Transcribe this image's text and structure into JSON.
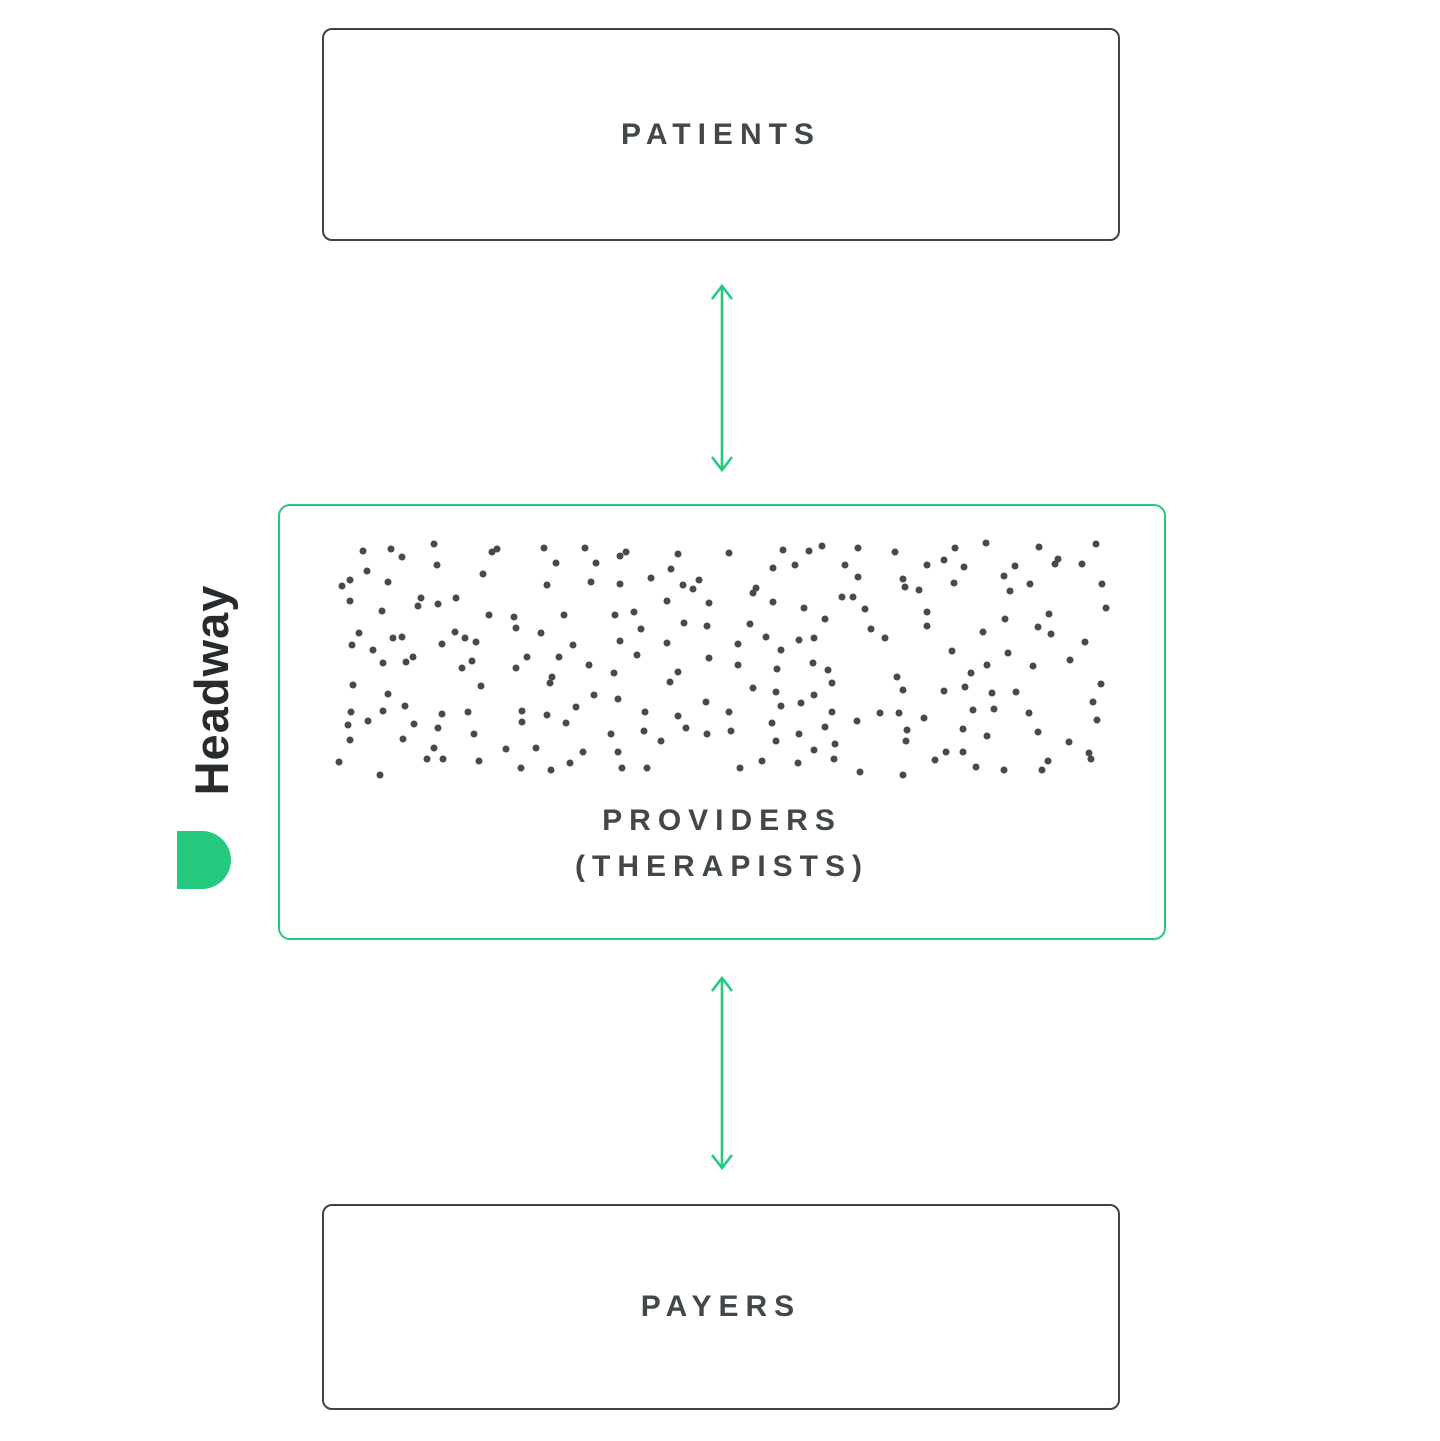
{
  "brand": {
    "wordmark": "Headway"
  },
  "nodes": {
    "patients": {
      "label": "PATIENTS"
    },
    "providers": {
      "line1": "PROVIDERS",
      "line2": "(THERAPISTS)"
    },
    "payers": {
      "label": "PAYERS"
    }
  },
  "connectors": {
    "patients_providers": "double-headed-arrow",
    "providers_payers": "double-headed-arrow"
  },
  "colors": {
    "green": "#25c97d",
    "box_border": "#3f4346",
    "label": "#42474a",
    "dot": "#474a4d"
  },
  "dots": {
    "cols": 24,
    "rows": 12,
    "drop_rate": 0.2,
    "seed": 12,
    "size": 7
  }
}
